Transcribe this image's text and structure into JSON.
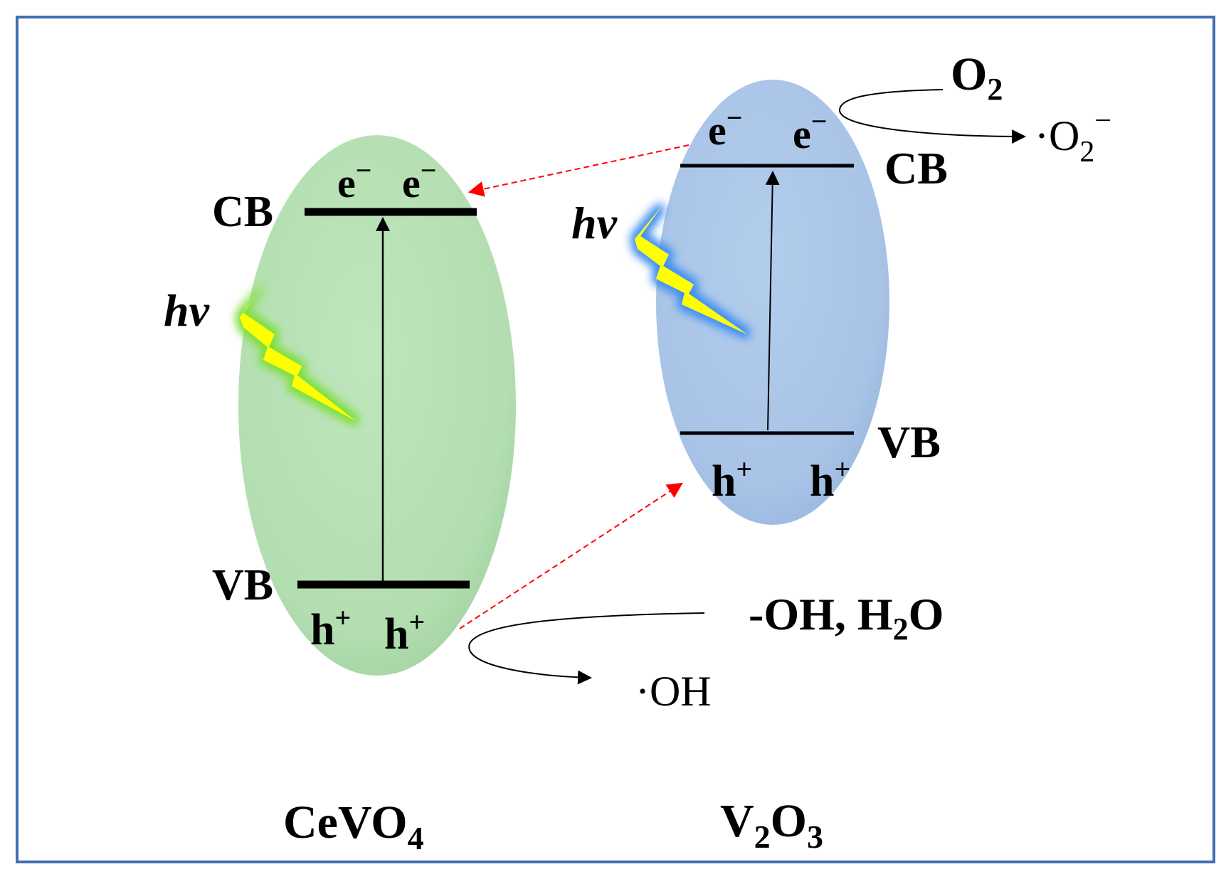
{
  "colors": {
    "frame": "#3f6fb5",
    "left_particle": "#b5e0b3",
    "right_particle": "#a9c4e6",
    "lightning": "#ffff00",
    "electron_path": "#ff0000",
    "band_line": "#000000"
  },
  "left_particle": {
    "material": {
      "base": "CeVO",
      "sub": "4"
    },
    "cb_label": "CB",
    "vb_label": "VB",
    "electrons": [
      {
        "base": "e",
        "sup": "−"
      },
      {
        "base": "e",
        "sup": "−"
      }
    ],
    "holes": [
      {
        "base": "h",
        "sup": "+"
      },
      {
        "base": "h",
        "sup": "+"
      }
    ],
    "photon_label": "hv",
    "lightning_icon": "lightning-bolt-icon"
  },
  "right_particle": {
    "material": {
      "a": "V",
      "sub_a": "2",
      "b": "O",
      "sub_b": "3"
    },
    "cb_label": "CB",
    "vb_label": "VB",
    "electrons": [
      {
        "base": "e",
        "sup": "−"
      },
      {
        "base": "e",
        "sup": "−"
      }
    ],
    "holes": [
      {
        "base": "h",
        "sup": "+"
      },
      {
        "base": "h",
        "sup": "+"
      }
    ],
    "photon_label": "hv",
    "lightning_icon": "lightning-bolt-icon"
  },
  "reactions": {
    "oxygen": {
      "base": "O",
      "sub": "2"
    },
    "superoxide": {
      "prefix": "·O",
      "sub": "2",
      "sup": "−"
    },
    "oh_h2o": {
      "part1": "-OH, H",
      "sub": "2",
      "part2": "O"
    },
    "hydroxyl_radical": "·OH"
  }
}
